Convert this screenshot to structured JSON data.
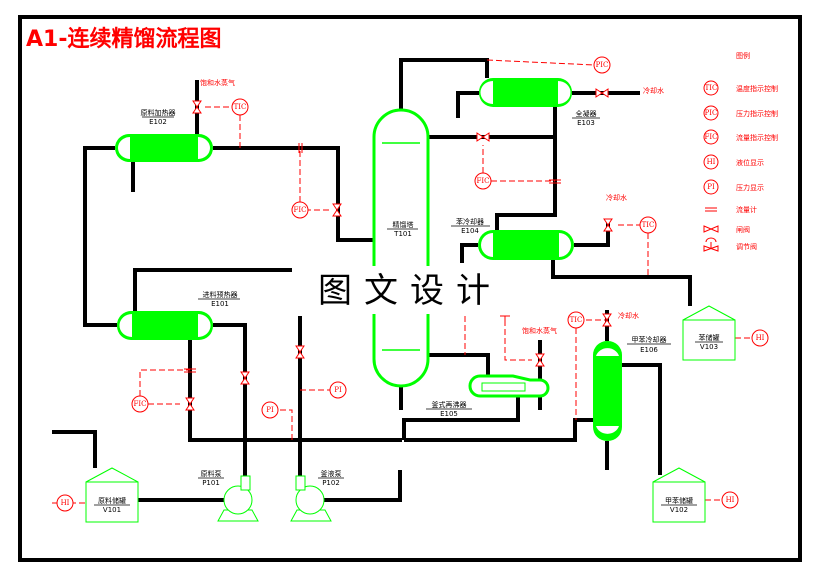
{
  "title": "A1-连续精馏流程图",
  "watermark": "图文设计",
  "colors": {
    "equipment": "#00ff00",
    "pipe": "#000000",
    "instrument": "#ff0000"
  },
  "equipment": {
    "e102": {
      "name": "原料加热器",
      "id": "E102"
    },
    "e101": {
      "name": "进料预热器",
      "id": "E101"
    },
    "t101": {
      "name": "精馏塔",
      "id": "T101"
    },
    "e103": {
      "name": "全凝器",
      "id": "E103"
    },
    "e104": {
      "name": "苯冷却器",
      "id": "E104"
    },
    "e105": {
      "name": "釜式再沸器",
      "id": "E105"
    },
    "e106": {
      "name": "甲苯冷却器",
      "id": "E106"
    },
    "v101": {
      "name": "原料储罐",
      "id": "V101"
    },
    "v102": {
      "name": "甲苯储罐",
      "id": "V102"
    },
    "v103": {
      "name": "苯储罐",
      "id": "V103"
    },
    "p101": {
      "name": "原料泵",
      "id": "P101"
    },
    "p102": {
      "name": "釜液泵",
      "id": "P102"
    }
  },
  "streams": {
    "steam1": "饱和水蒸气",
    "steam2": "饱和水蒸气",
    "cw1": "冷却水",
    "cw2": "冷却水",
    "cw3": "冷却水"
  },
  "instruments": [
    "TIC",
    "FIC",
    "FIC",
    "PI",
    "PI",
    "PIC",
    "FIC",
    "TIC",
    "TIC",
    "HI",
    "HI",
    "HI"
  ],
  "legend": {
    "title": "图例",
    "items": [
      {
        "symbol": "TIC",
        "label": "温度指示控制"
      },
      {
        "symbol": "PIC",
        "label": "压力指示控制"
      },
      {
        "symbol": "FIC",
        "label": "流量指示控制"
      },
      {
        "symbol": "HI",
        "label": "液位显示"
      },
      {
        "symbol": "PI",
        "label": "压力显示"
      },
      {
        "symbol": "flowmeter",
        "label": "流量计"
      },
      {
        "symbol": "gate-valve",
        "label": "闸阀"
      },
      {
        "symbol": "control-valve",
        "label": "调节阀"
      }
    ]
  }
}
